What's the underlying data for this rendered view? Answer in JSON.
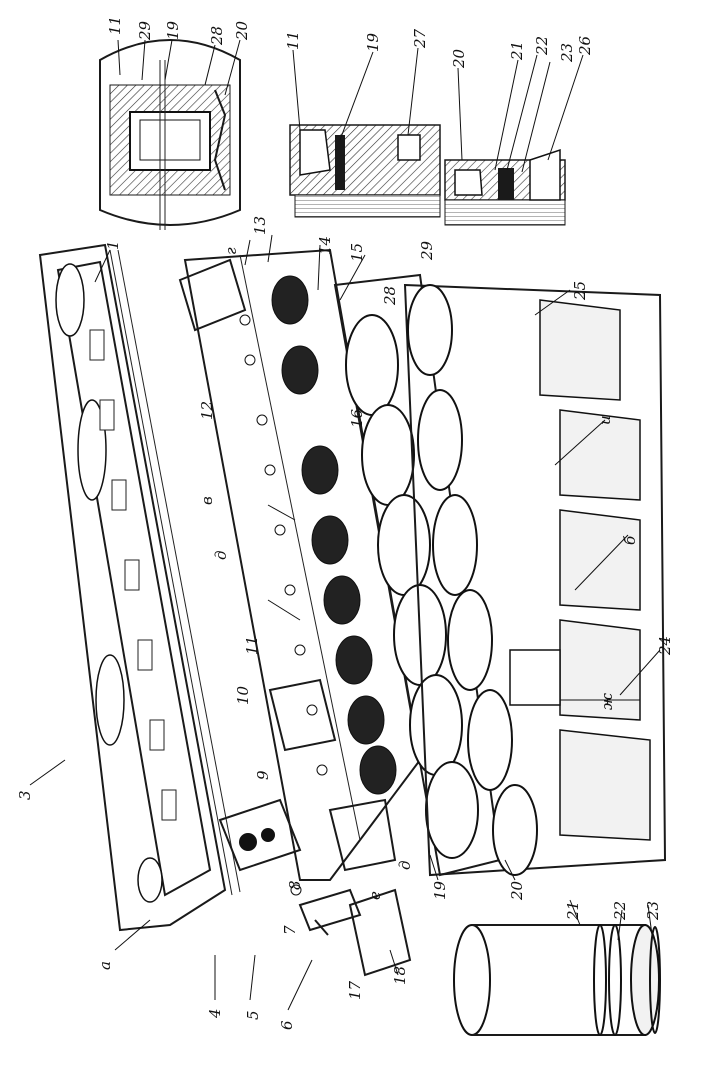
{
  "labels": {
    "l1": "1",
    "l3": "3",
    "la": "a",
    "l4": "4",
    "l5": "5",
    "l6": "6",
    "l7": "7",
    "l8": "8",
    "l9": "9",
    "l10": "10",
    "l11a": "11",
    "l11b": "11",
    "l11c": "11",
    "l12": "12",
    "l13": "13",
    "l14": "14",
    "l15": "15",
    "l16": "16",
    "l17": "17",
    "l18": "18",
    "l19a": "19",
    "l19b": "19",
    "l19c": "19",
    "l20a": "20",
    "l20b": "20",
    "l20c": "20",
    "l21a": "21",
    "l21b": "21",
    "l22a": "22",
    "l22b": "22",
    "l23a": "23",
    "l23b": "23",
    "l24": "24",
    "l25": "25",
    "l26": "26",
    "l27": "27",
    "l28a": "28",
    "l28b": "28",
    "l29a": "29",
    "l29b": "29",
    "lg1": "г",
    "lb": "б",
    "lv": "в",
    "ld1": "д",
    "ld2": "д",
    "le": "е",
    "lzh": "ж",
    "lu": "и"
  }
}
